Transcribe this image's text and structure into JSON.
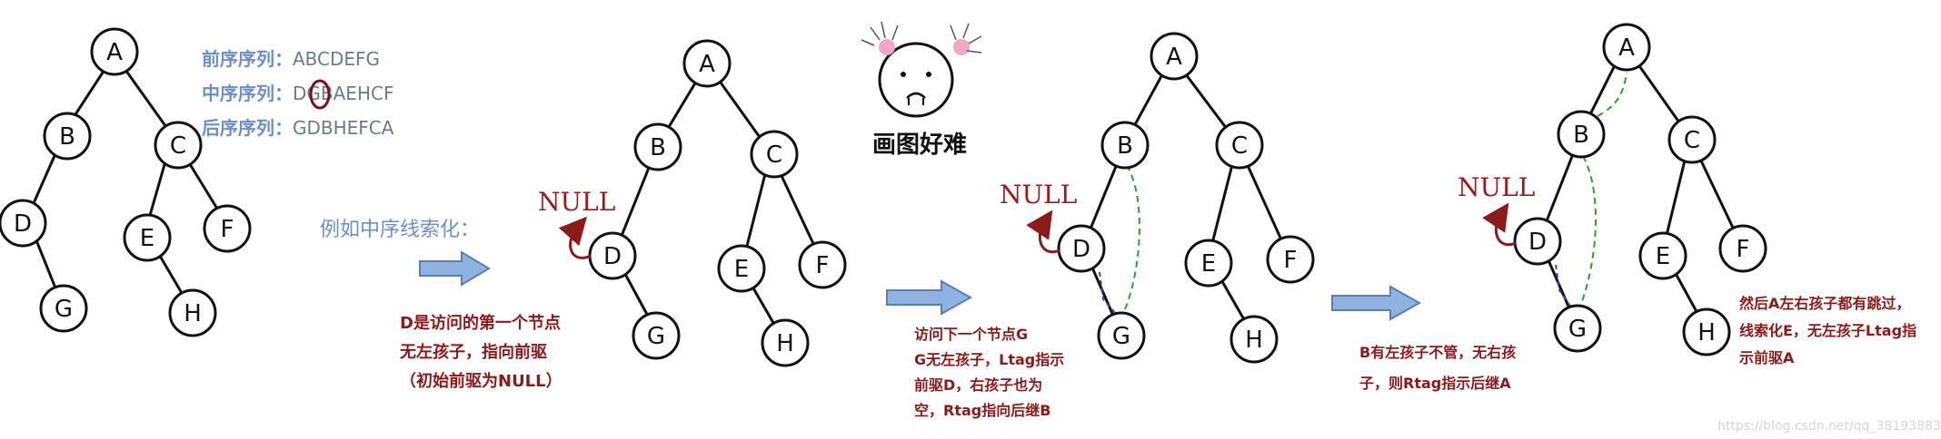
{
  "tree_nodes": [
    "A",
    "B",
    "C",
    "D",
    "E",
    "F",
    "G",
    "H"
  ],
  "sequences": {
    "preorder_label": "前序序列：",
    "preorder_value": "ABCDEFG",
    "inorder_label": "中序序列：",
    "inorder_value": "DGBAEHCF",
    "postorder_label": "后序序列：",
    "postorder_value": "GDBHEFCA"
  },
  "example_label": "例如中序线索化：",
  "null_text": "NULL",
  "face_caption": "画图好难",
  "notes": {
    "step1": [
      "D是访问的第一个节点",
      "无左孩子，指向前驱",
      "（初始前驱为NULL）"
    ],
    "step2": [
      "访问下一个节点G",
      "G无左孩子，Ltag指示",
      "前驱D，右孩子也为",
      "空，Rtag指向后继B"
    ],
    "step3": [
      "B有左孩子不管，无右孩",
      "子，则Rtag指示后继A"
    ],
    "step4": [
      "然后A左右孩子都有跳过，",
      "线索化E，无左孩子Ltag指",
      "示前驱A"
    ]
  },
  "watermark": "https://blog.csdn.net/qq_38193883",
  "colors": {
    "note": "#8b1a1a",
    "blue": "#6b8fc6",
    "thread_green": "#2ca02c",
    "thread_blue": "#3b4bb0",
    "arrow_fill": "#8fb2de",
    "arrow_stroke": "#5a7fb8"
  }
}
